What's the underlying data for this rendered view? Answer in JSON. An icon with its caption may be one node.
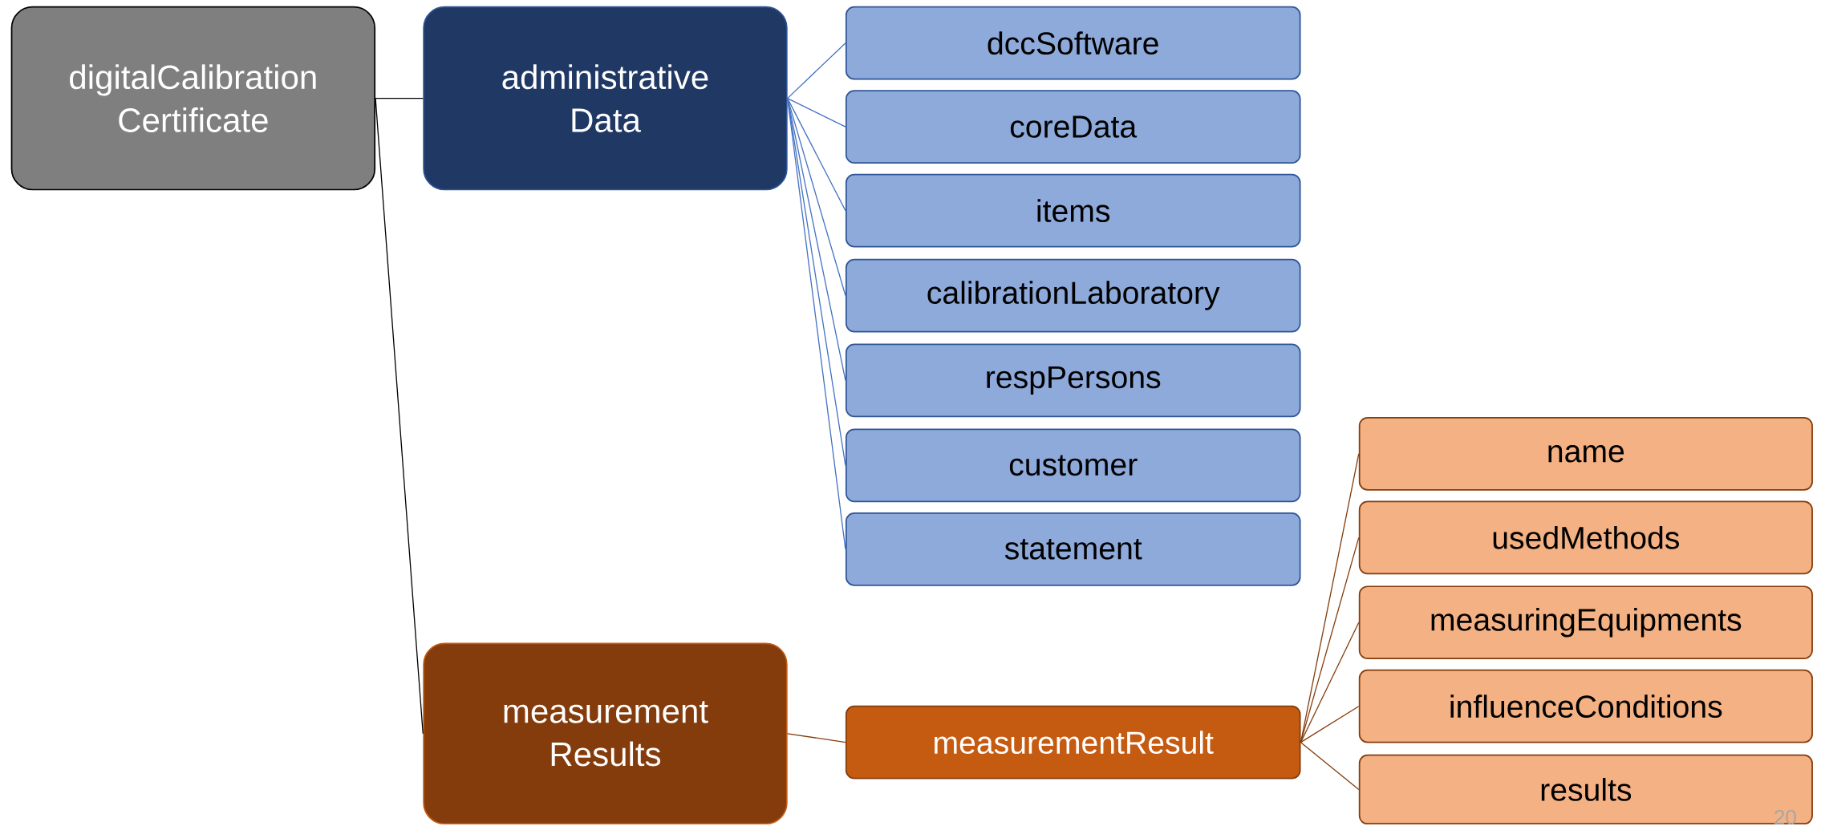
{
  "diagram": {
    "nodes": [
      {
        "text": [
          "digitalCalibration Certificate"
        ]
      },
      {
        "text": [
          "administrative Data"
        ]
      },
      {
        "text": [
          "dccSoftware"
        ]
      },
      {
        "text": [
          "coreData"
        ]
      },
      {
        "text": [
          "items"
        ]
      },
      {
        "text": [
          "calibrationLaboratory"
        ]
      },
      {
        "text": [
          "respPersons"
        ]
      },
      {
        "text": [
          "customer"
        ]
      },
      {
        "text": [
          "statement"
        ]
      },
      {
        "text": [
          "measurement Results"
        ]
      },
      {
        "text": [
          "measurementResult"
        ]
      },
      {
        "text": [
          "name"
        ]
      },
      {
        "text": [
          "usedMethods"
        ]
      },
      {
        "text": [
          "measuringEquipments"
        ]
      },
      {
        "text": [
          "influenceConditions"
        ]
      },
      {
        "text": [
          "results"
        ]
      }
    ],
    "edges": [
      {
        "from": 0,
        "to": 1,
        "arrow": "none",
        "color": "#000000"
      },
      {
        "from": 0,
        "to": 9,
        "arrow": "none",
        "color": "#000000"
      },
      {
        "from": 1,
        "to": 2,
        "arrow": "none"
      },
      {
        "from": 1,
        "to": 3,
        "arrow": "none"
      },
      {
        "from": 1,
        "to": 4,
        "arrow": "none"
      },
      {
        "from": 1,
        "to": 5,
        "arrow": "none"
      },
      {
        "from": 1,
        "to": 6,
        "arrow": "none"
      },
      {
        "from": 1,
        "to": 7,
        "arrow": "none"
      },
      {
        "from": 1,
        "to": 8,
        "arrow": "none"
      },
      {
        "from": 9,
        "to": 10,
        "arrow": "none",
        "color": "#843c0c"
      },
      {
        "from": 10,
        "to": 11,
        "arrow": "none",
        "color": "#843c0c"
      },
      {
        "from": 10,
        "to": 12,
        "arrow": "none",
        "color": "#843c0c"
      },
      {
        "from": 10,
        "to": 13,
        "arrow": "none",
        "color": "#843c0c"
      },
      {
        "from": 10,
        "to": 14,
        "arrow": "none",
        "color": "#843c0c"
      },
      {
        "from": 10,
        "to": 15,
        "arrow": "none",
        "color": "#843c0c"
      }
    ],
    "labels": [
      "20"
    ]
  }
}
